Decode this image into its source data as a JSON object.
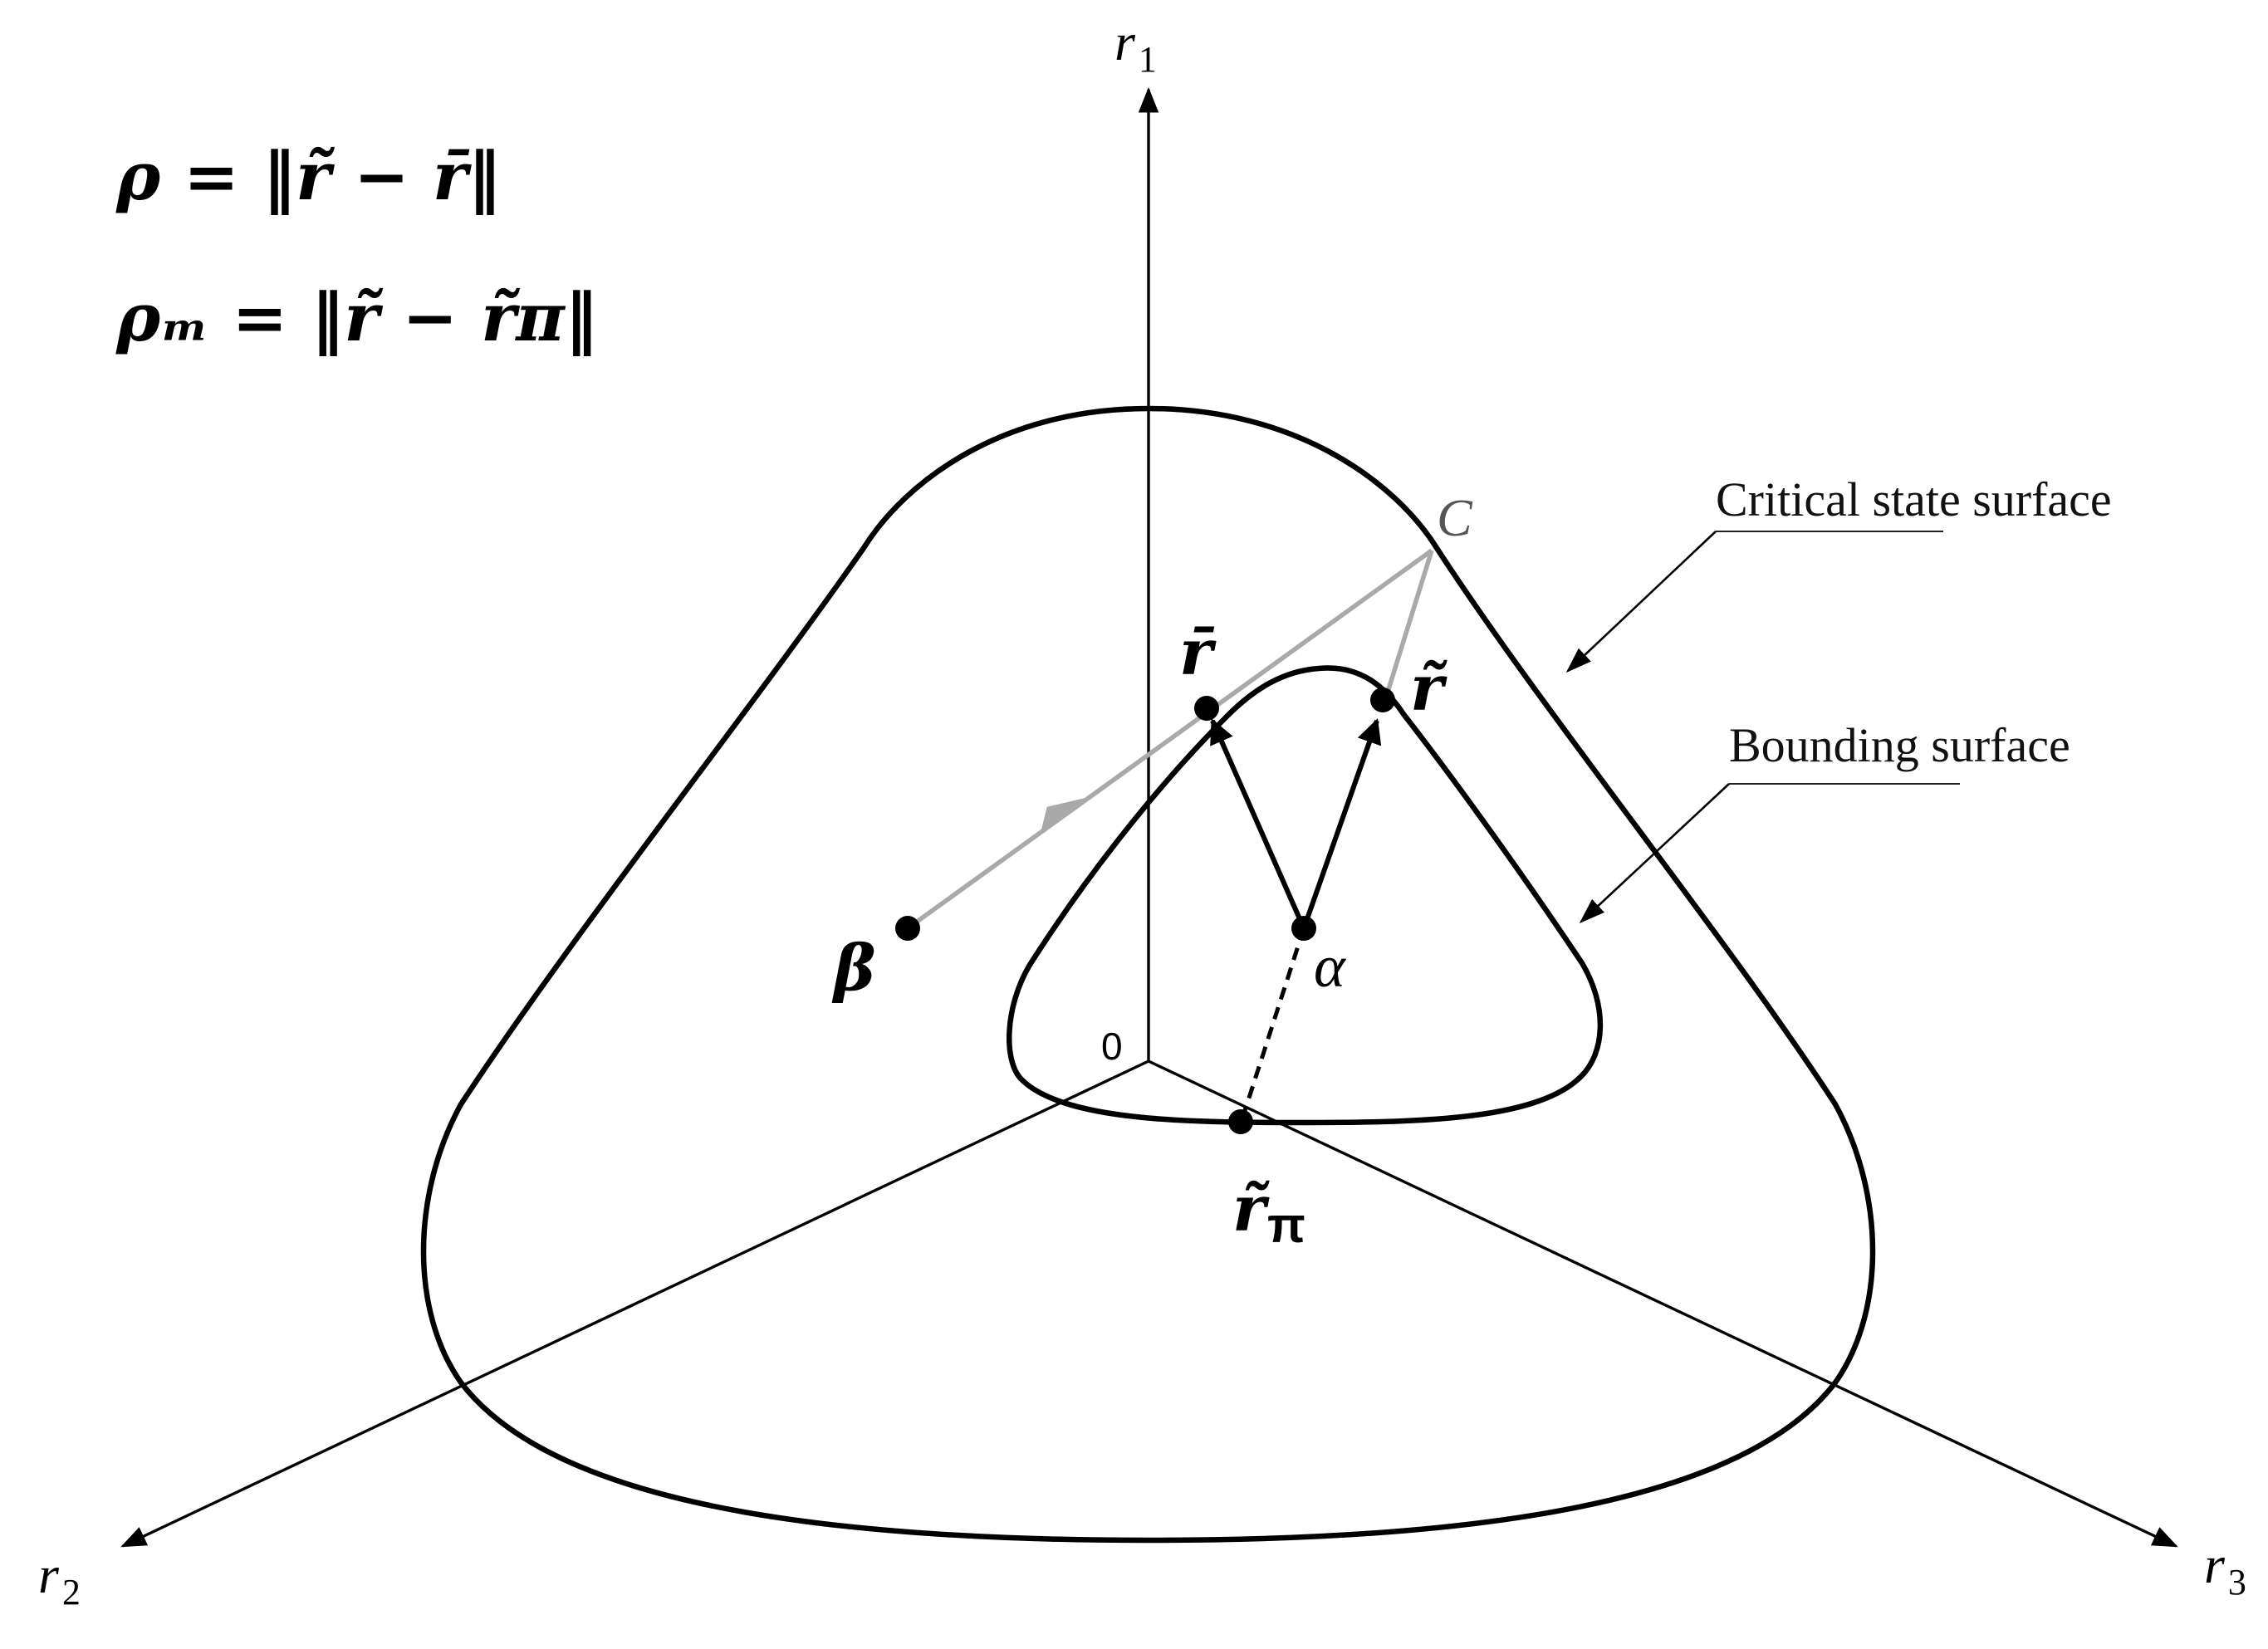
{
  "equations": {
    "rho": "ρ = ‖r̃ − r̄‖",
    "rho_m": "ρₘ = ‖r̃ − r̃π‖"
  },
  "axes": {
    "r1": {
      "letter": "r",
      "sub": "1"
    },
    "r2": {
      "letter": "r",
      "sub": "2"
    },
    "r3": {
      "letter": "r",
      "sub": "3"
    },
    "origin": "0"
  },
  "points": {
    "r_bar": "r̄",
    "r_tilde": "r̃",
    "r_pi": {
      "letter": "r̃",
      "sub": "π"
    },
    "alpha": "α",
    "beta": "β",
    "C": "C"
  },
  "annotations": {
    "critical_state": "Critical state surface",
    "bounding": "Bounding surface"
  },
  "colors": {
    "line": "#000000",
    "projection_line": "#a9a9a9",
    "background": "#ffffff"
  }
}
